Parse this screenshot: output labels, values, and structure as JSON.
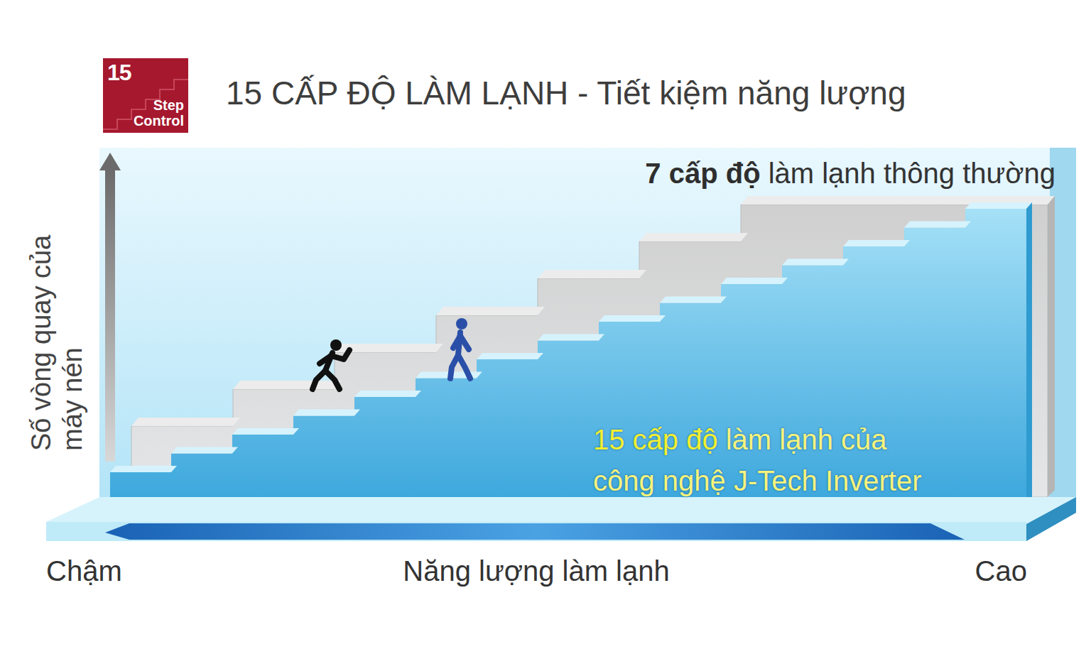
{
  "diagram": {
    "title": "15 CẤP ĐỘ LÀM LẠNH - Tiết kiệm năng lượng",
    "nodes": [
      {
        "text": [
          "15",
          "Step Control"
        ]
      }
    ],
    "labels": [
      "7 cấp độ",
      "làm lạnh thông thường",
      "15 cấp độ",
      "làm lạnh của",
      "công nghệ J-Tech Inverter",
      "Số vòng quay của máy nén",
      "Chậm",
      "Năng lượng làm lạnh",
      "Cao"
    ]
  }
}
